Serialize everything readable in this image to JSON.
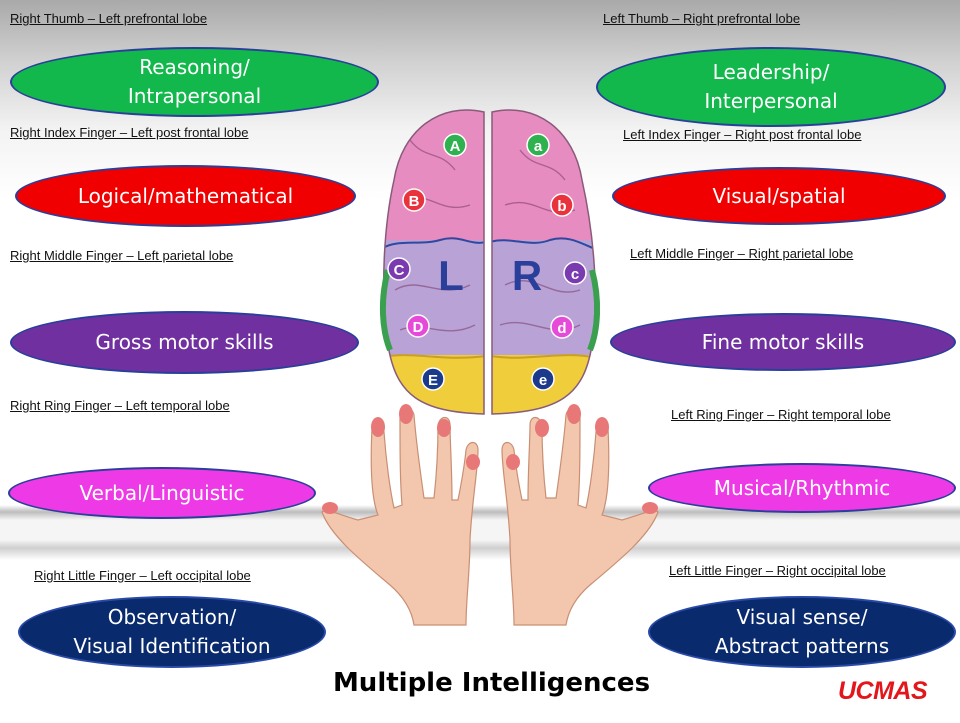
{
  "labels": {
    "right_thumb": "Right Thumb – Left prefrontal lobe",
    "left_thumb": "Left Thumb – Right prefrontal lobe",
    "right_index": "Right Index Finger – Left post frontal lobe",
    "left_index": "Left Index Finger – Right post frontal lobe",
    "right_middle": "Right Middle Finger – Left parietal lobe",
    "left_middle": "Left Middle Finger – Right parietal lobe",
    "right_ring": "Right Ring Finger – Left temporal lobe",
    "left_ring": "Left Ring Finger – Right temporal lobe",
    "right_little": "Right Little Finger – Left occipital lobe",
    "left_little": "Left Little Finger – Right occipital lobe"
  },
  "intelligences": {
    "reasoning": "Reasoning/\nIntrapersonal",
    "leadership": "Leadership/\nInterpersonal",
    "logical": "Logical/mathematical",
    "visual_spatial": "Visual/spatial",
    "gross_motor": "Gross motor skills",
    "fine_motor": "Fine motor skills",
    "verbal": "Verbal/Linguistic",
    "musical": "Musical/Rhythmic",
    "observation": "Observation/\nVisual Identification",
    "visual_sense": "Visual sense/\nAbstract patterns"
  },
  "brain": {
    "left_letter": "L",
    "right_letter": "R",
    "left_markers": [
      "A",
      "B",
      "C",
      "D",
      "E"
    ],
    "right_markers": [
      "a",
      "b",
      "c",
      "d",
      "e"
    ]
  },
  "title": "Multiple Intelligences",
  "logo": "UCMAS",
  "colors": {
    "green": "#12b84c",
    "red": "#f00000",
    "purple": "#7030a0",
    "magenta": "#ee3ae6",
    "navy": "#0a2a6e",
    "logo_red": "#e3161c"
  }
}
